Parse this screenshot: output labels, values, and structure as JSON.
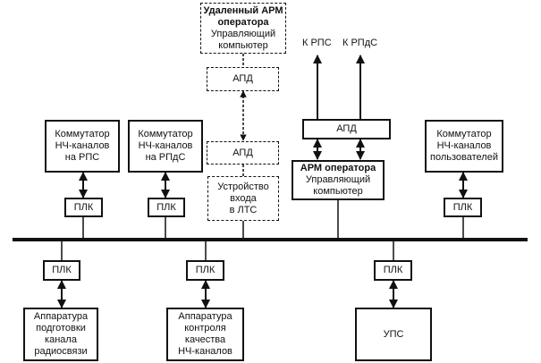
{
  "diagram": {
    "remote_arm": {
      "title": "Удаленный АРМ оператора",
      "title_line1": "Удаленный АРМ",
      "title_line2": "оператора",
      "subtitle_line1": "Управляющий",
      "subtitle_line2": "компьютер"
    },
    "apd_top": "АПД",
    "apd_mid": "АПД",
    "lts_entry": {
      "line1": "Устройство",
      "line2": "входа",
      "line3": "в ЛТС"
    },
    "arrows_out": {
      "rps": "К РПС",
      "rpds": "К РПдС"
    },
    "apd_right": "АПД",
    "arm_operator": {
      "title": "АРМ оператора",
      "subtitle_line1": "Управляющий",
      "subtitle_line2": "компьютер"
    },
    "switch_rps": {
      "line1": "Коммутатор",
      "line2": "НЧ-каналов",
      "line3": "на РПС"
    },
    "switch_rpds": {
      "line1": "Коммутатор",
      "line2": "НЧ-каналов",
      "line3": "на РПдС"
    },
    "switch_users": {
      "line1": "Коммутатор",
      "line2": "НЧ-каналов",
      "line3": "пользователей"
    },
    "plk": "ПЛК",
    "radio_prep": {
      "line1": "Аппаратура",
      "line2": "подготовки",
      "line3": "канала",
      "line4": "радиосвязи"
    },
    "quality_ctrl": {
      "line1": "Аппаратура",
      "line2": "контроля",
      "line3": "качества",
      "line4": "НЧ-каналов"
    },
    "ups": "УПС"
  }
}
